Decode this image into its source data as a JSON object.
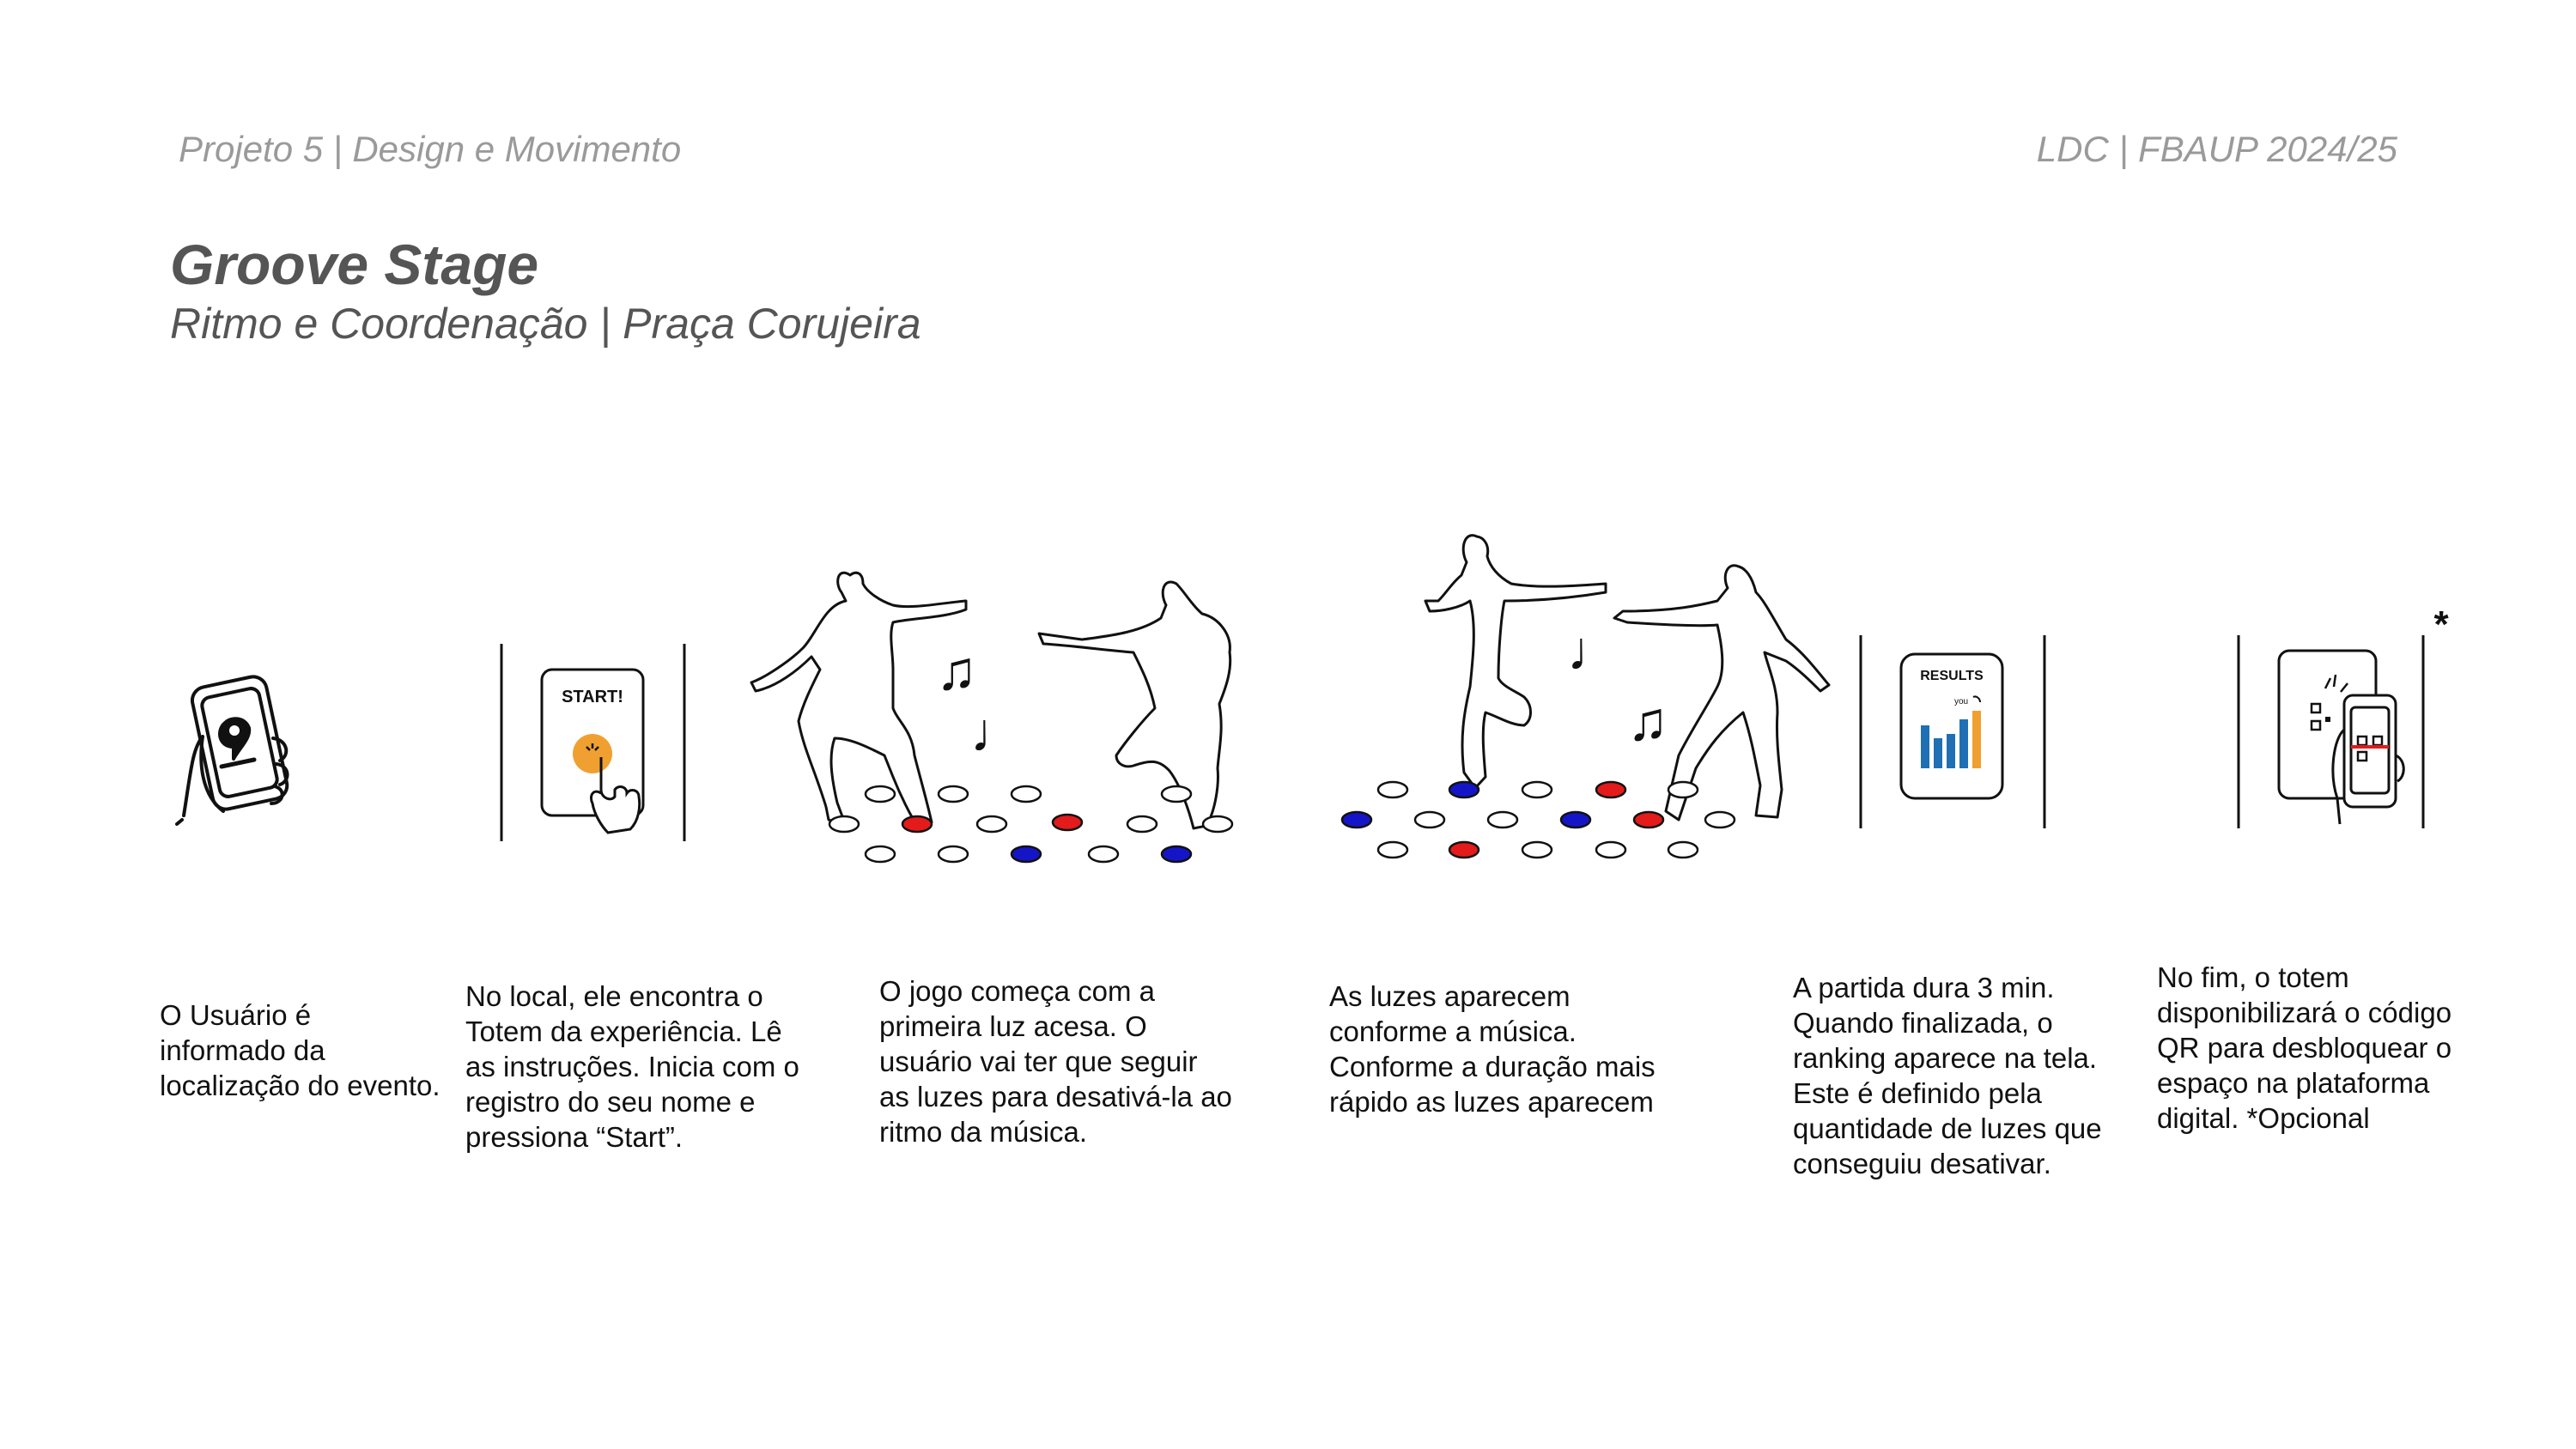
{
  "header": {
    "left": "Projeto 5 | Design e Movimento",
    "right": "LDC | FBAUP 2024/25"
  },
  "title": "Groove Stage",
  "subtitle": "Ritmo e Coordenação | Praça Corujeira",
  "screens": {
    "start_label": "START!",
    "results_label": "RESULTS",
    "you_label": "you"
  },
  "asterisk": "*",
  "colors": {
    "red": "#e31b1b",
    "blue": "#1515c8",
    "orange": "#f0a030",
    "bar_blue": "#1f6fb5",
    "bar_orange": "#f0a030"
  },
  "steps": [
    {
      "caption": "O Usuário é\ninformado da\nlocalização do evento."
    },
    {
      "caption": "No local, ele encontra o\nTotem da experiência. Lê\nas instruções. Inicia com o\nregistro do seu nome e\npressiona “Start”."
    },
    {
      "caption": "O jogo começa com a\nprimeira luz acesa. O\nusuário vai  ter que seguir\nas luzes para desativá-la ao\nritmo da música."
    },
    {
      "caption": "As luzes aparecem\nconforme a música.\nConforme a duração mais\nrápido as luzes aparecem"
    },
    {
      "caption": "A partida dura 3 min.\nQuando finalizada, o\nranking aparece na tela.\nEste é definido pela\nquantidade de luzes que\nconseguiu desativar."
    },
    {
      "caption": "No fim, o totem\ndisponibilizará o código\nQR para desbloquear o\nespaço na plataforma\ndigital. *Opcional"
    }
  ]
}
